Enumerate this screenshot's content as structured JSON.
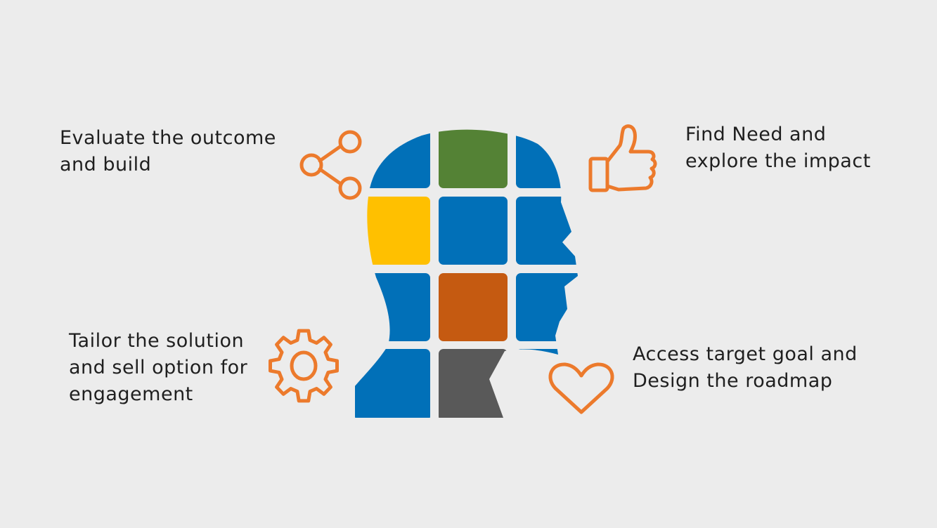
{
  "colors": {
    "background": "#ececec",
    "text": "#1f1f1f",
    "icon_stroke": "#ec7a2c",
    "blue": "#0170b8",
    "green": "#548235",
    "yellow": "#ffc000",
    "orange": "#c55a11",
    "gray": "#595959"
  },
  "captions": {
    "top_left": {
      "line1": "Evaluate the outcome",
      "line2": "and build"
    },
    "top_right": {
      "line1": "Find Need and",
      "line2": "explore the impact"
    },
    "bottom_left": {
      "line1": "Tailor the solution",
      "line2": "and sell option for",
      "line3": "engagement"
    },
    "bottom_right": {
      "line1": "Access target goal and",
      "line2": "Design the roadmap"
    }
  },
  "icons": {
    "top_left": "share-icon",
    "top_right": "thumbs-up-icon",
    "bottom_left": "gear-icon",
    "bottom_right": "heart-icon"
  },
  "head_tiles": [
    {
      "row": 1,
      "col": 1,
      "color": "blue"
    },
    {
      "row": 1,
      "col": 2,
      "color": "green"
    },
    {
      "row": 1,
      "col": 3,
      "color": "blue"
    },
    {
      "row": 2,
      "col": 1,
      "color": "yellow"
    },
    {
      "row": 2,
      "col": 2,
      "color": "blue"
    },
    {
      "row": 2,
      "col": 3,
      "color": "blue"
    },
    {
      "row": 3,
      "col": 1,
      "color": "blue"
    },
    {
      "row": 3,
      "col": 2,
      "color": "orange"
    },
    {
      "row": 3,
      "col": 3,
      "color": "blue"
    },
    {
      "row": 4,
      "col": 1,
      "color": "blue"
    },
    {
      "row": 4,
      "col": 2,
      "color": "gray"
    },
    {
      "row": 4,
      "col": 3,
      "color": "blue"
    }
  ]
}
